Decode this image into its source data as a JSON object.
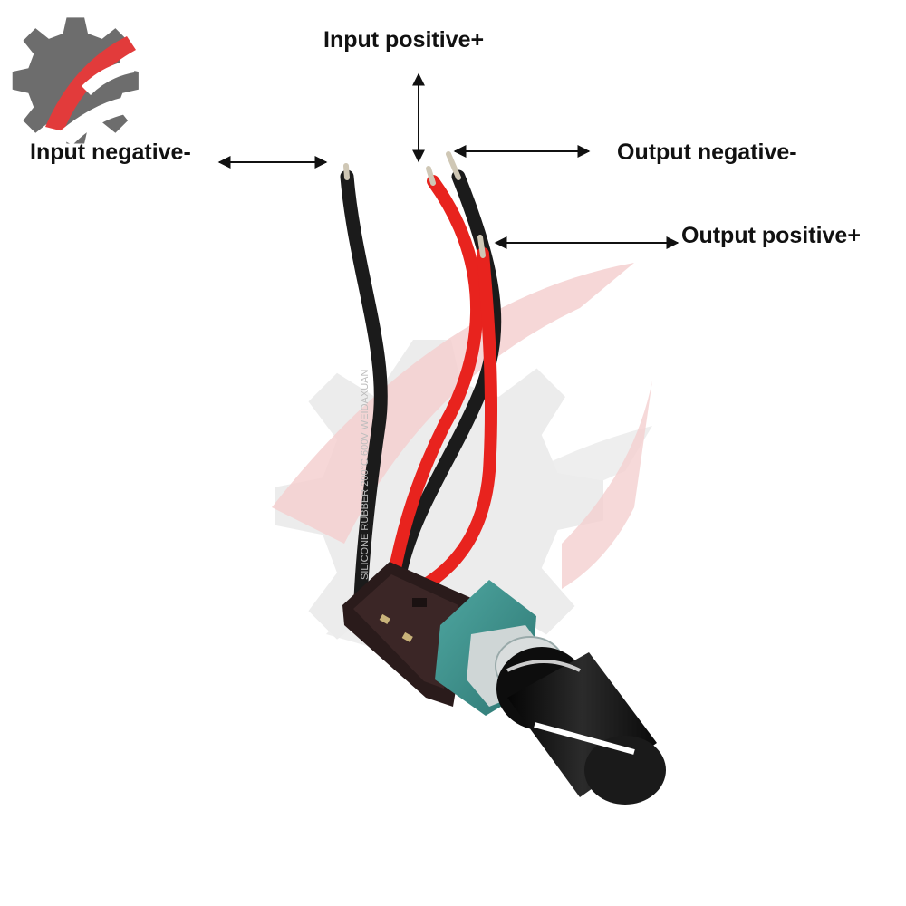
{
  "labels": {
    "input_positive": "Input positive+",
    "input_negative": "Input negative-",
    "output_negative": "Output negative-",
    "output_positive": "Output positive+"
  },
  "wire_print": {
    "black_wire": "SILICONE RUBBER 200°C 600V WEIDAXUAN"
  },
  "logo_text": "",
  "colors": {
    "background": "#ffffff",
    "watermark_gray": "#e6e6e6",
    "watermark_red": "#f6cccc",
    "logo_gray": "#6d6d6d",
    "logo_red": "#e23b3b",
    "wire_red": "#e8231e",
    "wire_black": "#1b1b1b",
    "pcb": "#2a1b1b",
    "pot_body": "#3a8f8a",
    "knob": "#111111",
    "label_text": "#111111"
  },
  "icons": [
    "gear-logo-icon",
    "double-arrow-icon"
  ]
}
